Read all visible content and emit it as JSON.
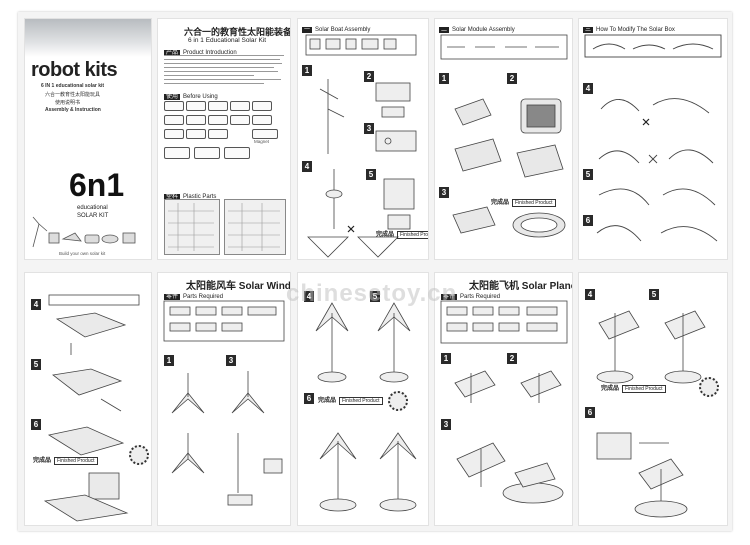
{
  "cover": {
    "title": "robot kits",
    "line1": "6 IN 1 educational solar kit",
    "line2": "六合一教育性太阳能玩具",
    "line3": "使用说明书",
    "line4": "Assembly & Instruction",
    "big_number": "6n1",
    "edu_line1": "educational",
    "edu_line2": "SOLAR KIT",
    "caption": "Build your own solar kit"
  },
  "intro": {
    "title_cn": "六合一的教育性太阳能装备",
    "title_en": "6 in 1 Educational Solar Kit",
    "section1": "Product Introduction",
    "section2": "Before Using",
    "section3": "Plastic Parts",
    "tag": "Magnet"
  },
  "sections": {
    "solar_boat": "Solar Boat Assembly",
    "solar_module": "Solar Module Assembly",
    "how_to": "How To Modify The Solar Box",
    "windmill_cn": "太阳能风车",
    "windmill_en": "Solar Windmill",
    "plane_cn": "太阳能飞机",
    "plane_en": "Solar Plane",
    "parts_required": "Parts Required"
  },
  "finished": {
    "cn": "完成品",
    "en": "Finished Product"
  },
  "steps": [
    "1",
    "2",
    "3",
    "4",
    "5",
    "6"
  ],
  "watermark": "chinesetoy.cn"
}
